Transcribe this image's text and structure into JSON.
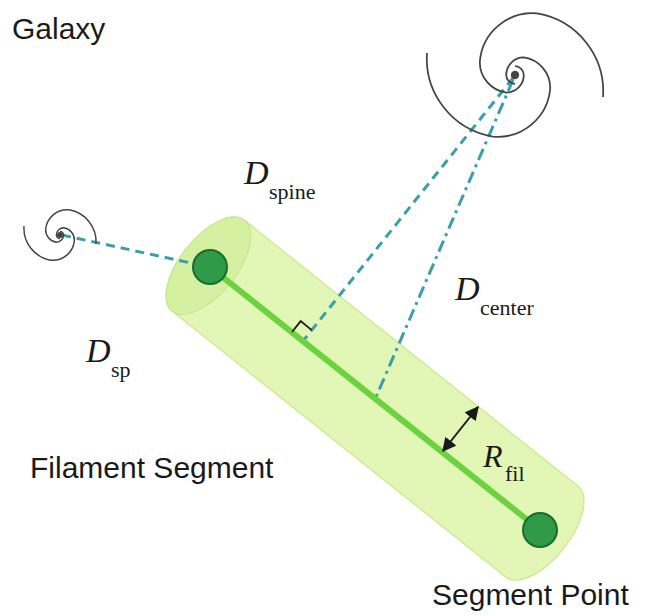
{
  "diagram": {
    "labels": [
      "Galaxy",
      "D",
      "spine",
      "D",
      "center",
      "D",
      "sp",
      "Filament Segment",
      "R",
      "fil",
      "Segment Point"
    ]
  }
}
